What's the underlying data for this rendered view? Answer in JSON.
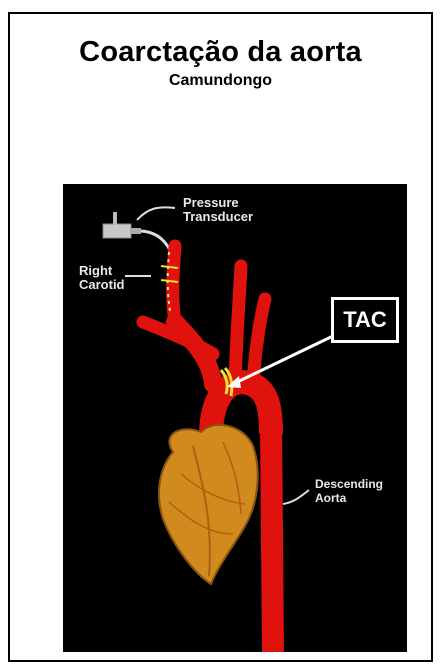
{
  "slide": {
    "title": "Coarctação da aorta",
    "subtitle": "Camundongo"
  },
  "figure": {
    "labels": {
      "pressure_transducer_line1": "Pressure",
      "pressure_transducer_line2": "Transducer",
      "right_carotid_line1": "Right",
      "right_carotid_line2": "Carotid",
      "tac": "TAC",
      "descending_aorta_line1": "Descending",
      "descending_aorta_line2": "Aorta"
    },
    "colors": {
      "background": "#000000",
      "vessel": "#e0120e",
      "heart": "#d08a1e",
      "ligature": "#f0e030",
      "annotation": "#e8e8e8"
    }
  }
}
